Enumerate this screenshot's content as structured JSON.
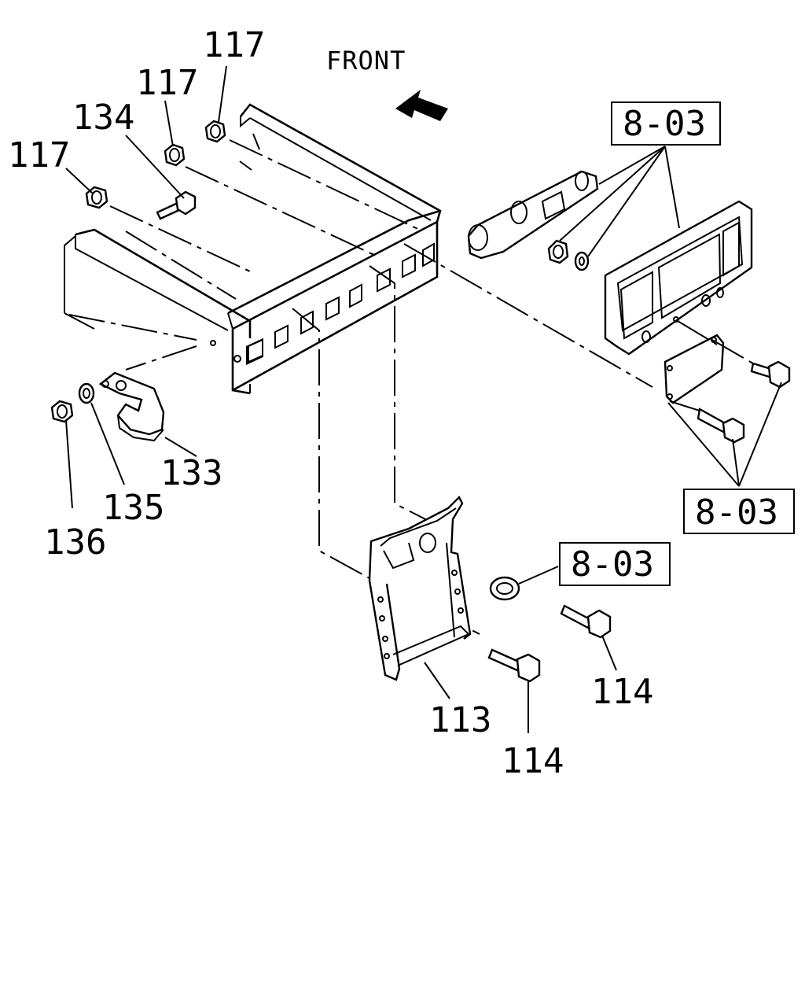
{
  "diagram": {
    "direction_label": "FRONT",
    "part_numbers": {
      "p117_top": "117",
      "p117_mid": "117",
      "p117_left": "117",
      "p134": "134",
      "p133": "133",
      "p135": "135",
      "p136": "136",
      "p113": "113",
      "p114_left": "114",
      "p114_right": "114"
    },
    "references": {
      "ref_lamp": "8-03",
      "ref_bracket_bolts": "8-03",
      "ref_grommet": "8-03"
    }
  }
}
